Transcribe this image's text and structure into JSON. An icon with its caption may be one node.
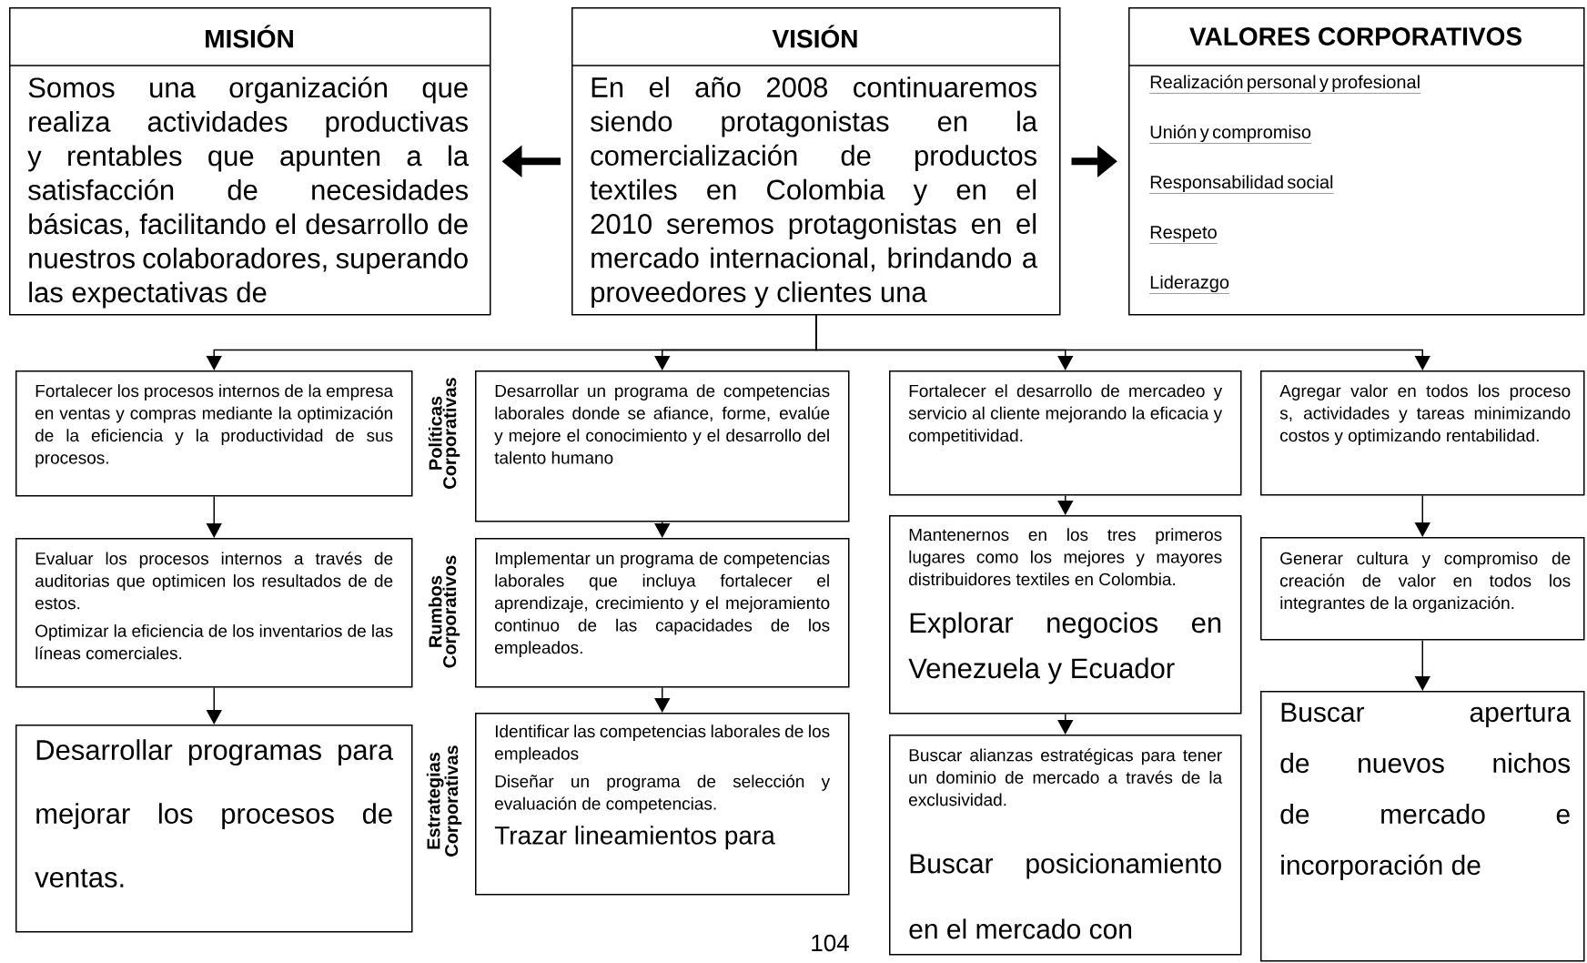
{
  "diagram": {
    "nodes": [
      {
        "text": [
          "MISIÓN",
          "Somos una organización que realiza actividades productivas y rentables que apunten a la satisfacción de necesidades básicas, facilitando el desarrollo de nuestros colaboradores, superando las expectativas de"
        ]
      },
      {
        "text": [
          "VISIÓN",
          "En el año 2008 continuaremos siendo protagonistas en la comercialización de productos textiles en Colombia y en el 2010 seremos protagonistas en el mercado internacional, brindando a proveedores y clientes una"
        ]
      },
      {
        "text": [
          "VALORES CORPORATIVOS",
          "Realización personal y profesional",
          "Unión y compromiso",
          "Responsabilidad social",
          "Respeto",
          "Liderazgo"
        ]
      },
      {
        "text": [
          "Fortalecer los procesos internos de la empresa en ventas y compras mediante la optimización de la eficiencia y la productividad de sus procesos."
        ]
      },
      {
        "text": [
          "Desarrollar un programa de competencias laborales donde se afiance, forme, evalúe y mejore el conocimiento y el desarrollo del talento humano"
        ]
      },
      {
        "text": [
          "Fortalecer el desarrollo de mercadeo y servicio al cliente mejorando la eficacia y competitividad."
        ]
      },
      {
        "text": [
          "Agregar valor en todos los proceso s, actividades y tareas minimizando costos y optimizando rentabilidad."
        ]
      },
      {
        "text": [
          "Evaluar los procesos internos a través de auditorias que optimicen los resultados de de estos.",
          "Optimizar la eficiencia de los inventarios de las líneas comerciales."
        ]
      },
      {
        "text": [
          "Implementar un programa de competencias laborales que incluya fortalecer el aprendizaje, crecimiento y el mejoramiento continuo de las capacidades de los empleados."
        ]
      },
      {
        "text": [
          "Mantenernos en los tres primeros lugares como los mejores y mayores distribuidores textiles en Colombia.",
          "Explorar negocios en Venezuela y Ecuador"
        ]
      },
      {
        "text": [
          "Generar cultura y compromiso de creación de valor en todos los integrantes de la organización."
        ]
      },
      {
        "text": [
          "Desarrollar programas para mejorar los procesos de ventas."
        ]
      },
      {
        "text": [
          "Identificar las competencias laborales de los empleados",
          "Diseñar un programa de selección y evaluación de competencias.",
          "Trazar lineamientos para"
        ]
      },
      {
        "text": [
          "Buscar alianzas estratégicas para tener un dominio de mercado a través de la exclusividad.",
          "Buscar posicionamiento en el mercado con"
        ]
      },
      {
        "text": [
          "Buscar apertura de nuevos nichos de mercado e incorporación de"
        ]
      }
    ],
    "edges": [
      {
        "from": 1,
        "to": 0,
        "arrow": "to",
        "style": "thick"
      },
      {
        "from": 1,
        "to": 2,
        "arrow": "to",
        "style": "thick"
      },
      {
        "from": 1,
        "to": 3,
        "arrow": "to"
      },
      {
        "from": 1,
        "to": 4,
        "arrow": "to"
      },
      {
        "from": 1,
        "to": 5,
        "arrow": "to"
      },
      {
        "from": 1,
        "to": 6,
        "arrow": "to"
      },
      {
        "from": 3,
        "to": 7,
        "arrow": "to"
      },
      {
        "from": 7,
        "to": 11,
        "arrow": "to"
      },
      {
        "from": 4,
        "to": 8,
        "arrow": "to"
      },
      {
        "from": 8,
        "to": 12,
        "arrow": "to"
      },
      {
        "from": 5,
        "to": 9,
        "arrow": "to"
      },
      {
        "from": 9,
        "to": 13,
        "arrow": "to"
      },
      {
        "from": 6,
        "to": 10,
        "arrow": "to"
      },
      {
        "from": 10,
        "to": 14,
        "arrow": "to"
      }
    ],
    "labels": [
      "Políticas Corporativas",
      "Rumbos Corporativos",
      "Estrategias Corporativas",
      "104"
    ]
  }
}
